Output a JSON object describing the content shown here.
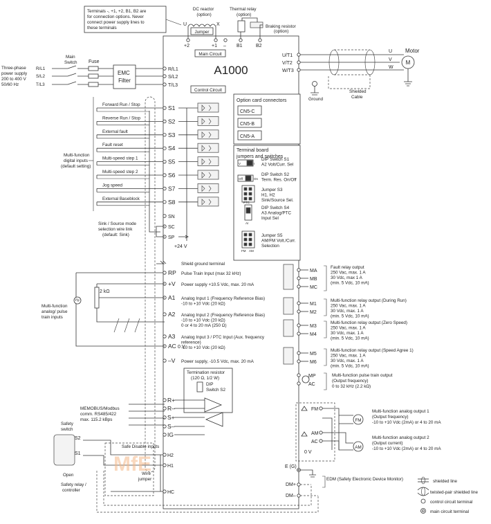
{
  "note_top": [
    "Terminals -, +1, +2, B1, B2 are",
    "for connection options. Never",
    "connect power supply lines to",
    "these terminals"
  ],
  "dc_reactor": [
    "DC reactor",
    "(option)"
  ],
  "dc_reactor_ends": [
    "U",
    "X"
  ],
  "jumper": "Jumper",
  "thermal_relay": [
    "Thermal relay",
    "(option)"
  ],
  "braking_resistor": [
    "Braking resistor",
    "(option)"
  ],
  "main_terminals_top": [
    "+2",
    "+1",
    "–",
    "B1",
    "B2"
  ],
  "main_circuit": "Main Circuit",
  "drive_title": "A1000",
  "power_supply": [
    "Three-phase",
    "power supply",
    "200 to 400 V",
    "50/60 Hz"
  ],
  "main_switch": [
    "Main",
    "Switch"
  ],
  "fuse": "Fuse",
  "emc_filter": [
    "EMC",
    "Filter"
  ],
  "supply_lines": [
    "R/L1",
    "S/L2",
    "T/L3"
  ],
  "input_terminals": [
    "R/L1",
    "S/L2",
    "T/L3"
  ],
  "output_terminals": [
    "U/T1",
    "V/T2",
    "W/T3"
  ],
  "motor": "Motor",
  "motor_phases": [
    "U",
    "V",
    "W"
  ],
  "motor_symbol": "M",
  "ground": "Ground",
  "shielded_cable": [
    "Shielded",
    "Cable"
  ],
  "control_circuit": "Control Circuit",
  "digital_inputs": [
    {
      "label": "Forward Run / Stop",
      "terminal": "S1"
    },
    {
      "label": "Reverse Run / Stop",
      "terminal": "S2"
    },
    {
      "label": "External fault",
      "terminal": "S3"
    },
    {
      "label": "Fault reset",
      "terminal": "S4"
    },
    {
      "label": "Multi-speed step 1",
      "terminal": "S5"
    },
    {
      "label": "Multi-speed step 2",
      "terminal": "S6"
    },
    {
      "label": "Jog speed",
      "terminal": "S7"
    },
    {
      "label": "External Baseblock",
      "terminal": "S8"
    }
  ],
  "multi_digital": [
    "Multi-function",
    "digital inputs",
    "(default setting)"
  ],
  "sn": "SN",
  "sc": "SC",
  "sp": "SP",
  "sink_source": [
    "Sink / Source mode",
    "selection wire link",
    "(default: Sink)"
  ],
  "plus24": "+24 V",
  "option_card": {
    "title": "Option card connectors",
    "items": [
      "CN5-C",
      "CN5-B",
      "CN5-A"
    ]
  },
  "board_title": [
    "Terminal board",
    "jumpers and switches"
  ],
  "switches": [
    {
      "lines": [
        "DIP Switch S1",
        "A2 Volt/Curr. Sel"
      ],
      "marks": [
        "V",
        "I"
      ]
    },
    {
      "lines": [
        "DIP Switch S2",
        "Term. Res. On/Off"
      ],
      "marks": [
        "Off",
        "On"
      ]
    },
    {
      "lines": [
        "Jumper S3",
        "H1, H2",
        "Sink/Source Sel."
      ],
      "marks": []
    },
    {
      "lines": [
        "DIP Switch S4",
        "A3 Analog/PTC",
        "Input Sel"
      ],
      "marks": [
        "PTC",
        "AI"
      ]
    },
    {
      "lines": [
        "Jumper S5",
        "AM/FM Volt./Curr.",
        "Selection"
      ],
      "marks": [
        "FM",
        "AM"
      ]
    }
  ],
  "shield_ground": "Shield ground terminal",
  "analog_terms": [
    {
      "terminal": "RP",
      "lines": [
        "Pulse Train Input (max 32 kHz)"
      ]
    },
    {
      "terminal": "+V",
      "lines": [
        "Power supply +10.5 Vdc, max. 20 mA"
      ]
    },
    {
      "terminal": "A1",
      "lines": [
        "Analog Input 1 (Frequency Reference Bias)",
        "-10 to +10 Vdc (20 kΩ)"
      ]
    },
    {
      "terminal": "A2",
      "lines": [
        "Analog Input 2 (Frequency Reference Bias)",
        "-10 to +10 Vdc  (20 kΩ)",
        "0 or 4 to 20 mA (250 Ω)"
      ]
    },
    {
      "terminal": "A3",
      "lines": [
        "Analog Input 3 / PTC Input  (Aux. frequency",
        "reference)",
        "-10 to +10 Vdc (20 kΩ)"
      ]
    },
    {
      "terminal": "AC",
      "lines": [
        "0 V"
      ]
    },
    {
      "terminal": "–V",
      "lines": [
        "Power supply, -10.5 Vdc, max. 20 mA"
      ]
    }
  ],
  "pot": "2 kΩ",
  "multi_analog": [
    "Multi-function",
    "analog/ pulse",
    "train inputs"
  ],
  "termination": [
    "Termination resistor",
    "(120 Ω, 1/2 W)"
  ],
  "dip_s2": [
    "DIP",
    "Switch S2"
  ],
  "comm_terms": [
    "R+",
    "R–",
    "S+",
    "S–",
    "IG"
  ],
  "memobus": [
    "MEMOBUS/Modbus",
    "comm. RS485/422",
    "max. 115.2 kBps"
  ],
  "safety_switch": [
    "Safety",
    "switch"
  ],
  "safety_terms_left": [
    "S2",
    "S1"
  ],
  "open": "Open",
  "safety_relay": [
    "Safety relay /",
    "controller"
  ],
  "safe_disable": "Safe Disable inputs",
  "h_terms": [
    "H2",
    "H1",
    "HC"
  ],
  "wire_jumper": [
    "Wire",
    "jumper"
  ],
  "relay_outputs": [
    {
      "terminals": [
        "MA",
        "MB",
        "MC"
      ],
      "lines": [
        "Fault relay output",
        "250 Vac, max. 1 A",
        "30 Vdc, max 1 A",
        "(min. 5 Vdc, 10 mA)"
      ]
    },
    {
      "terminals": [
        "M1",
        "M2"
      ],
      "lines": [
        "Multi-function relay output (During Run)",
        "250 Vac, max. 1 A",
        "30 Vdc, max. 1 A",
        "(min. 5 Vdc, 10 mA)"
      ]
    },
    {
      "terminals": [
        "M3",
        "M4"
      ],
      "lines": [
        "Multi-function relay output (Zero Speed)",
        "250 Vac, max. 1 A",
        "30 Vdc, max. 1 A",
        "(min. 5 Vdc, 10 mA)"
      ]
    },
    {
      "terminals": [
        "M5",
        "M6"
      ],
      "lines": [
        "Multi-function relay output (Speed Agree 1)",
        "250 Vac, max. 1 A",
        "30 Vdc, max. 1 A",
        "(min. 5 Vdc, 10 mA)"
      ]
    }
  ],
  "pulse_out": {
    "terminals": [
      "MP",
      "AC"
    ],
    "lines": [
      "Multi-function pulse train output",
      "(Output frequency)",
      "0 to 32 kHz (2.2 kΩ)"
    ]
  },
  "analog_out1": {
    "terminals": [
      "FM",
      "AC"
    ],
    "lines": [
      "Multi-function analog output 1",
      "(Output frequency)",
      "-10 to +10 Vdc (2mA) or 4 to 20 mA"
    ],
    "meter": "FM"
  },
  "analog_out2": {
    "terminals": [
      "AM",
      "AC"
    ],
    "lines": [
      "Multi-function analog output 2",
      "(Output current)",
      "-10 to +10 Vdc (2mA) or 4 to 20 mA"
    ],
    "meter": "AM"
  },
  "zero_v": "0 V",
  "eg": "E (G)",
  "edm": "EDM (Safety Electronic Device Monitor)",
  "dm_terms": [
    "DM+",
    "DM–"
  ],
  "legend": [
    "shielded line",
    "twisted-pair shielded line",
    "control circuit terminal",
    "main circuit terminal"
  ],
  "watermark": "MfE"
}
